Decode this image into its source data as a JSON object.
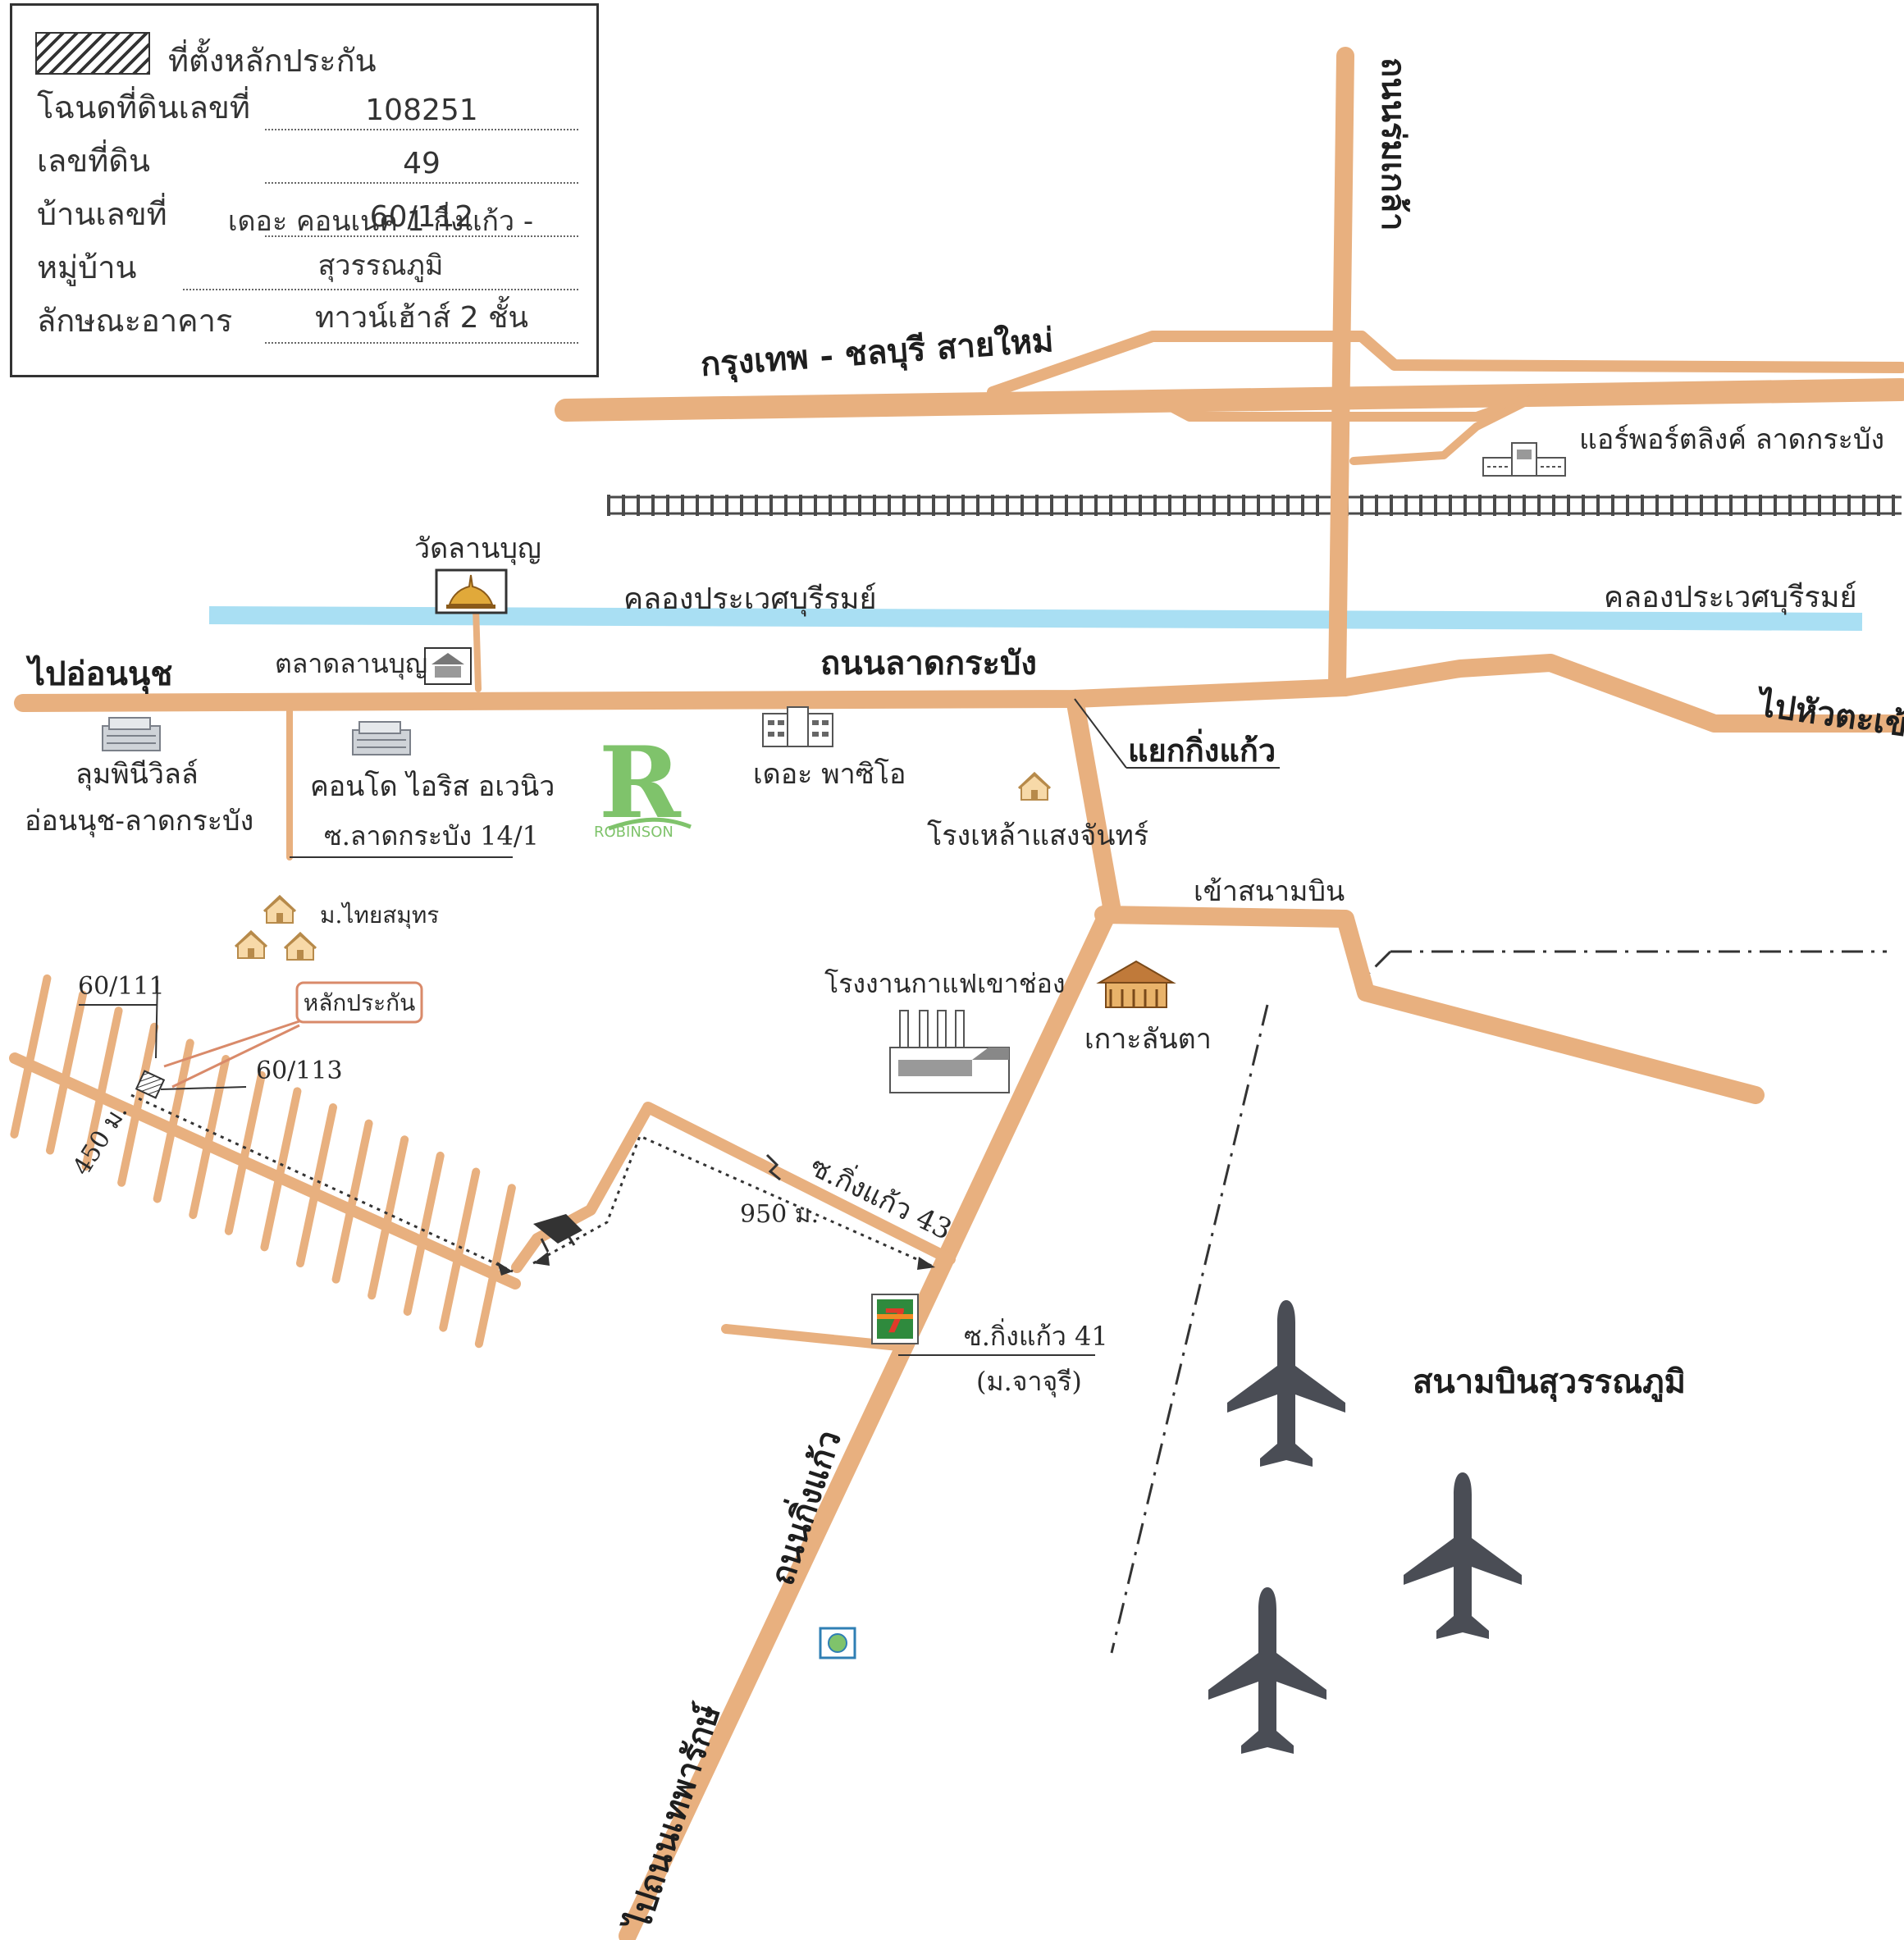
{
  "legend": {
    "caption": "ที่ตั้งหลักประกัน",
    "rows": [
      {
        "label": "โฉนดที่ดินเลขที่",
        "value": "108251"
      },
      {
        "label": "เลขที่ดิน",
        "value": "49"
      },
      {
        "label": "บ้านเลขที่",
        "value": "60/112"
      },
      {
        "label": "หมู่บ้าน",
        "value": "เดอะ คอนเนค 1 กิ่งแก้ว - สุวรรณภูมิ"
      },
      {
        "label": "ลักษณะอาคาร",
        "value": "ทาวน์เฮ้าส์ 2 ชั้น"
      }
    ]
  },
  "roads": {
    "bangna_chonburi": "กรุงเทพ - ชลบุรี สายใหม่",
    "ladkrabang": "ถนนลาดกระบัง",
    "kingkaew": "ถนนกิ่งแก้ว",
    "to_onnut": "ไปอ่อนนุช",
    "to_huatakhe": "ไปหัวตะเข้",
    "to_thepharak": "ไปถนนเทพารักษ์",
    "right_vertical": "ถนนร่มเกล้า",
    "kingkaew_junction": "แยกกิ่งแก้ว",
    "airport_entry": "เข้าสนามบิน",
    "soi_ladkrabang_14_1": "ซ.ลาดกระบัง 14/1",
    "soi_kingkaew_43": "ซ.กิ่งแก้ว 43",
    "soi_kingkaew_41": "ซ.กิ่งแก้ว 41",
    "soi_kingkaew_41_note": "(ม.จาจุรี)"
  },
  "water": {
    "canal_left": "คลองประเวศบุรีรมย์",
    "canal_right": "คลองประเวศบุรีรมย์"
  },
  "places": {
    "airport_link": "แอร์พอร์ตลิงค์ ลาดกระบัง",
    "wat_lanboon": "วัดลานบุญ",
    "talad_lanboon": "ตลาดลานบุญ",
    "lumpini_line1": "ลุมพินีวิลล์",
    "lumpini_line2": "อ่อนนุช-ลาดกระบัง",
    "condo_iris": "คอนโด ไอริส อเวนิว",
    "robinson": "ROBINSON",
    "the_passio": "เดอะ พาซิโอ",
    "distillery": "โรงเหล้าแสงจันทร์",
    "thai_samut": "ม.ไทยสมุทร",
    "coffee_plant": "โรงงานกาแฟเขาช่อง",
    "koh_lanta": "เกาะลันตา",
    "seven_eleven": "7-ELEVEn",
    "airport": "สนามบินสุวรรณภูมิ"
  },
  "collateral": {
    "callout": "หลักประกัน",
    "neighbor_left": "60/111",
    "neighbor_right": "60/113",
    "distance_1": "450 ม.",
    "distance_2": "950 ม."
  },
  "colors": {
    "road": "#e8b07f",
    "road_dark": "#d99a66",
    "canal": "#a9dff3",
    "railway": "#4a4a4a",
    "robinson_green": "#7fc36b",
    "callout_border": "#d98a6a",
    "plane": "#4a4d55"
  }
}
